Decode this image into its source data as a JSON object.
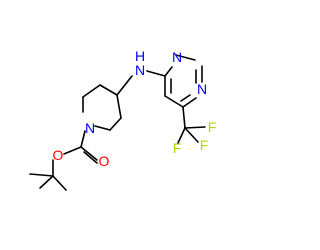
{
  "atoms": {
    "n_amine": "N",
    "h_amine": "H",
    "n_pyr_1": "N",
    "n_pyr_2": "N",
    "n_piperidine": "N",
    "o_carbonyl": "O",
    "o_ester": "O",
    "f_1": "F",
    "f_2": "F",
    "f_3": "F"
  },
  "colors": {
    "carbon_bond": "#000000",
    "nitrogen": "#0000ff",
    "oxygen": "#ff0000",
    "fluorine": "#b3d600"
  }
}
